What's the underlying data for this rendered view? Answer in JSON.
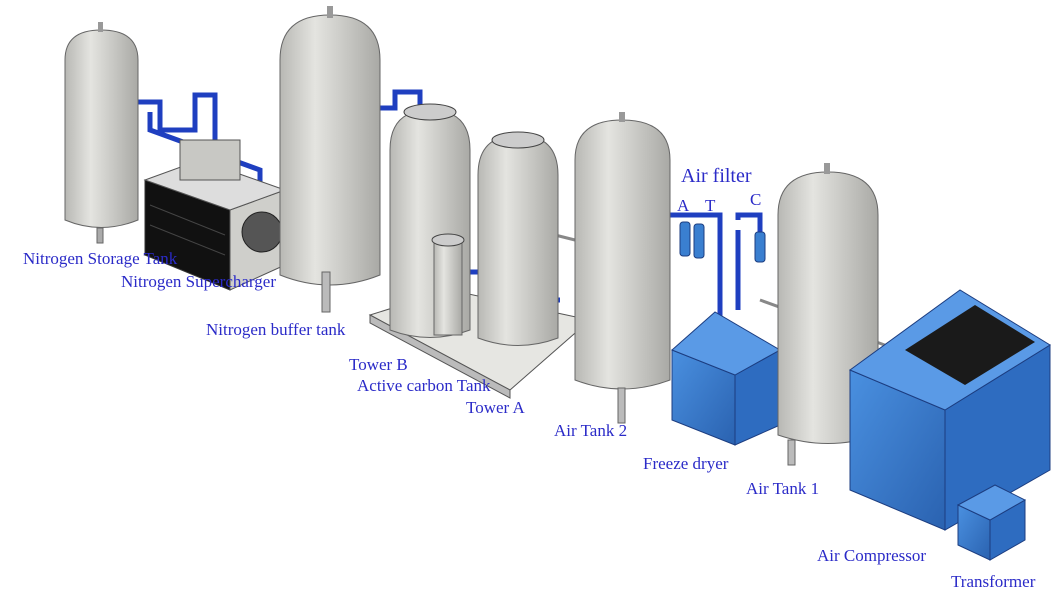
{
  "colors": {
    "label": "#2b2bc8",
    "tank": "#d2d2ce",
    "equipment_blue": "#3a7fd0",
    "pipe": "#1f3fc0"
  },
  "labels": {
    "nitrogen_storage_tank": "Nitrogen Storage Tank",
    "nitrogen_supercharger": "Nitrogen Supercharger",
    "nitrogen_buffer_tank": "Nitrogen buffer tank",
    "tower_b": "Tower B",
    "active_carbon_tank": "Active carbon Tank",
    "tower_a": "Tower A",
    "air_tank_2": "Air Tank 2",
    "air_filter": "Air filter",
    "filter_a": "A",
    "filter_t": "T",
    "filter_c": "C",
    "freeze_dryer": "Freeze dryer",
    "air_tank_1": "Air Tank 1",
    "air_compressor": "Air Compressor",
    "transformer": "Transformer"
  }
}
